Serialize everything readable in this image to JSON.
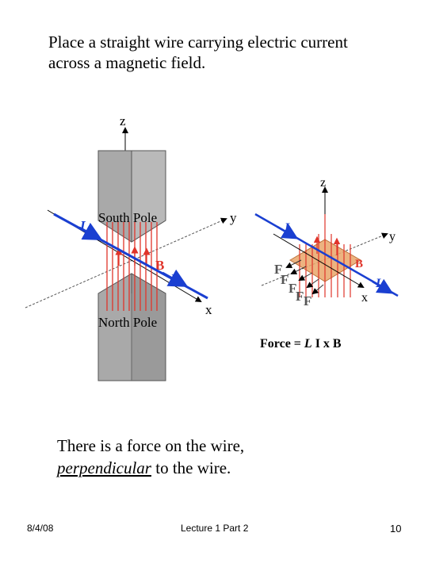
{
  "slide": {
    "intro_line1": "Place a straight wire carrying electric current",
    "intro_line2": "across a magnetic field.",
    "conclusion_line1": "There is a force on the wire,",
    "conclusion_emph": "perpendicular",
    "conclusion_rest": " to the wire."
  },
  "left_diagram": {
    "axis_z": "z",
    "axis_y": "y",
    "axis_x": "x",
    "south_pole": "South Pole",
    "north_pole": "North Pole",
    "current_top": "I",
    "current_bottom": "I",
    "field": "B"
  },
  "right_diagram": {
    "axis_z": "z",
    "axis_y": "y",
    "axis_x": "x",
    "current_top": "I",
    "current_bottom": "I",
    "field": "B",
    "force_labels": [
      "F",
      "F",
      "F",
      "F",
      "F"
    ],
    "formula_prefix": "Force = ",
    "formula_L": "L",
    "formula_rest": " I x B"
  },
  "colors": {
    "field_red": "#e0342a",
    "wire_blue": "#1a3fd1",
    "pole_gray": "#a9a9a9",
    "pole_dark": "#8a8a8a",
    "plane_orange": "#e9a66a"
  },
  "footer": {
    "date": "8/4/08",
    "title": "Lecture 1 Part 2",
    "page": "10"
  }
}
